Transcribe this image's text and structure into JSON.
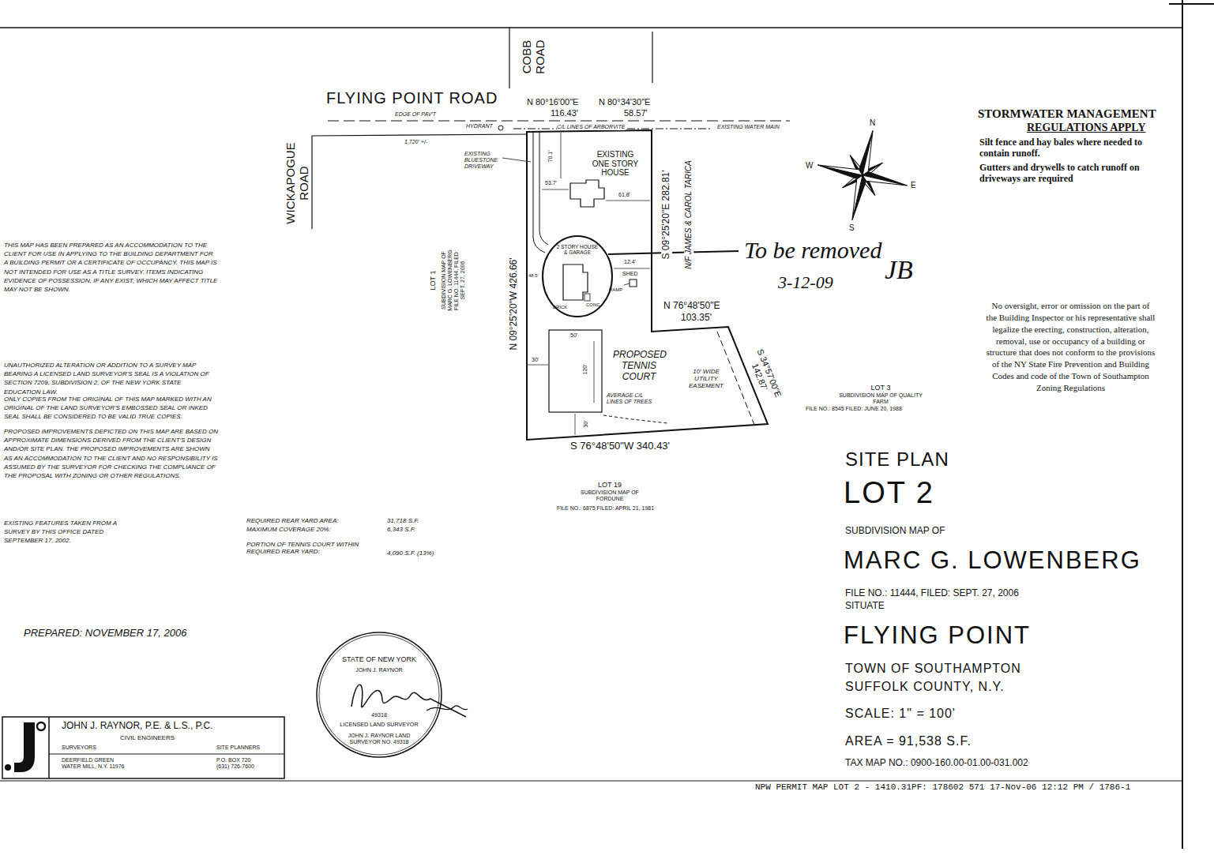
{
  "diagram": {
    "title": "SITE PLAN",
    "nodes": [
      {
        "text": [
          "2 STORY HOUSE & GARAGE"
        ]
      },
      {
        "text": [
          "JOHN J. RAYNOR, P.E. & L.S., P.C.",
          "CIVIL ENGINEERS",
          "SURVEYORS",
          "SITE PLANNERS",
          "DEERFIELD GREEN WATER MILL, N.Y. 11976",
          "P.O. BOX 720 (631) 726-7600"
        ]
      },
      {
        "text": [
          "STATE OF NEW YORK",
          "JOHN J. RAYNOR",
          "49318",
          "LICENSED LAND SURVEYOR",
          "JOHN J. RAYNOR LAND SURVEYOR NO. 49318"
        ]
      }
    ],
    "labels": [
      "FLYING POINT ROAD",
      "COBB ROAD",
      "N 80°16'00\"E",
      "116.43'",
      "N 80°34'30\"E",
      "58.57'",
      "EDGE OF PAV'T",
      "HYDRANT",
      "C/L LINES OF ARBORVITE",
      "EXISTING WATER MAIN",
      "1,720' +/-",
      "WICKAPOGUE ROAD",
      "EXISTING BLUESTONE DRIVEWAY",
      "70.1'",
      "EXISTING ONE STORY HOUSE",
      "53.7'",
      "61.8'",
      "LOT 1",
      "SUBDIVISION MAP OF MARC G. LOWENBERG FILE NO. 11444, FILED: SEPT. 27, 2006",
      "N 09°25'20\"W 426.66'",
      "48.5'",
      "BRICK",
      "CONC.",
      "12.4'",
      "SHED",
      "RAMP",
      "S 09°25'20\"E 282.81'",
      "N/F JAMES & CAROL TARICA",
      "N 76°48'50\"E",
      "103.35'",
      "50'",
      "30'",
      "120'",
      "PROPOSED TENNIS COURT",
      "10' WIDE UTILITY EASEMENT",
      "AVERAGE C/L LINES OF TREES",
      "30'",
      "S 34°57'00\"E 142.87'",
      "LOT 3",
      "SUBDIVISION MAP OF QUALITY FARM",
      "FILE NO.: 8545 FILED: JUNE 20, 1988",
      "S 76°48'50\"W 340.43'",
      "LOT 19",
      "SUBDIVISION MAP OF FORDUNE",
      "FILE NO.: 6875 FILED: APRIL 21, 1981",
      "N",
      "W",
      "E",
      "S",
      "To be removed",
      "3-12-09",
      "JB",
      "STORMWATER MANAGEMENT",
      "REGULATIONS APPLY",
      "Silt fence and hay bales where needed to contain runoff.",
      "Gutters and drywells to catch runoff on driveways are required",
      "No oversight, error or omission on the part of the Building Inspector or his representative shall legalize the erecting, construction, alteration, removal, use or occupancy of a building or structure that does not conform to the provisions of the NY State Fire Prevention and Building Codes and code of the Town of Southampton Zoning Regulations",
      "THIS MAP HAS BEEN PREPARED AS AN ACCOMMODATION TO THE CLIENT FOR USE IN APPLYING TO THE BUILDING DEPARTMENT FOR A BUILDING PERMIT OR A CERTIFICATE OF OCCUPANCY. THIS MAP IS NOT INTENDED FOR USE AS A TITLE SURVEY. ITEMS INDICATING EVIDENCE OF POSSESSION, IF ANY EXIST, WHICH MAY AFFECT TITLE MAY NOT BE SHOWN.",
      "UNAUTHORIZED ALTERATION OR ADDITION TO A SURVEY MAP BEARING A LICENSED LAND SURVEYOR'S SEAL IS A VIOLATION OF SECTION 7209, SUBDIVISION 2, OF THE NEW YORK STATE EDUCATION LAW.",
      "ONLY COPIES FROM THE ORIGINAL OF THIS MAP MARKED WITH AN ORIGINAL OF THE LAND SURVEYOR'S EMBOSSED SEAL OR INKED SEAL SHALL BE CONSIDERED TO BE VALID TRUE COPIES.",
      "PROPOSED IMPROVEMENTS DEPICTED ON THIS MAP ARE BASED ON APPROXIMATE DIMENSIONS DERIVED FROM THE CLIENT'S DESIGN AND/OR SITE PLAN. THE PROPOSED IMPROVEMENTS ARE SHOWN AS AN ACCOMMODATION TO THE CLIENT AND NO RESPONSIBILITY IS ASSUMED BY THE SURVEYOR FOR CHECKING THE COMPLIANCE OF THE PROPOSAL WITH ZONING OR OTHER REGULATIONS.",
      "EXISTING FEATURES TAKEN FROM A SURVEY BY THIS OFFICE DATED SEPTEMBER 17, 2002.",
      "REQUIRED REAR YARD AREA:",
      "31,718 S.F.",
      "MAXIMUM COVERAGE 20%:",
      "6,343 S.F.",
      "PORTION OF TENNIS COURT WITHIN REQUIRED REAR YARD:",
      "4,090 S.F. (13%)",
      "PREPARED: NOVEMBER 17, 2006",
      "LOT 2",
      "SUBDIVISION MAP OF",
      "MARC G. LOWENBERG",
      "FILE NO.: 11444, FILED: SEPT. 27, 2006",
      "SITUATE",
      "FLYING POINT",
      "TOWN OF SOUTHAMPTON",
      "SUFFOLK COUNTY, N.Y.",
      "SCALE: 1\" = 100'",
      "AREA = 91,538 S.F.",
      "TAX MAP NO.: 0900-160.00-01.00-031.002",
      "NPW PERMIT MAP LOT 2 - 1410.31PF: 178602 571 17-Nov-06 12:12 PM / 1786-1"
    ]
  }
}
